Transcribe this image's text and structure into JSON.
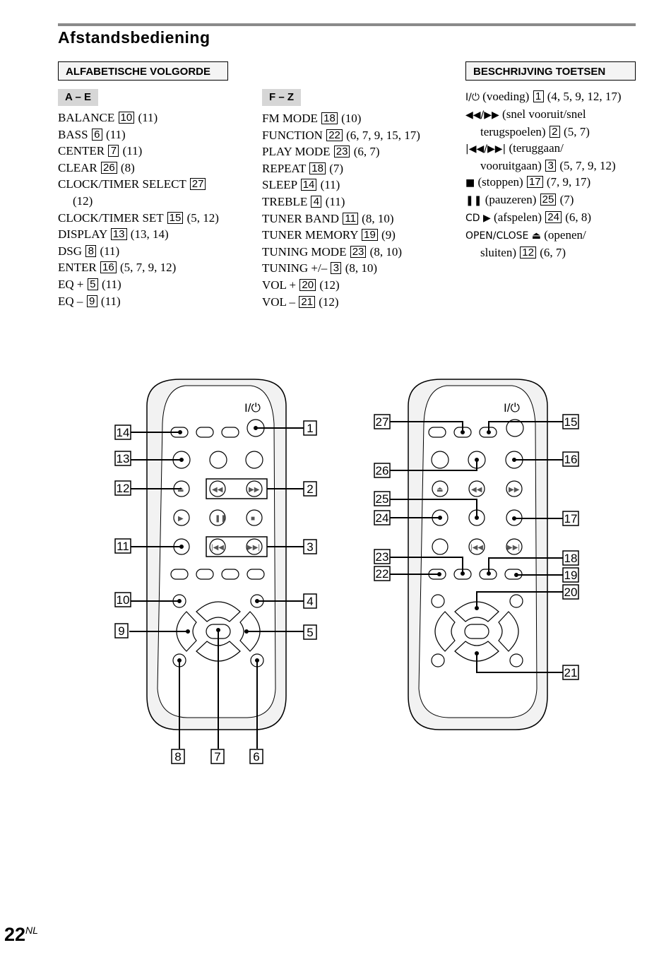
{
  "title": "Afstandsbediening",
  "section_alpha": "ALFABETISCHE VOLGORDE",
  "section_desc": "BESCHRIJVING TOETSEN",
  "range_ae": "A – E",
  "range_fz": "F – Z",
  "list_ae": [
    {
      "name": "BALANCE",
      "num": "10",
      "refs": "(11)"
    },
    {
      "name": "BASS",
      "num": "6",
      "refs": "(11)"
    },
    {
      "name": "CENTER",
      "num": "7",
      "refs": "(11)"
    },
    {
      "name": "CLEAR",
      "num": "26",
      "refs": "(8)"
    },
    {
      "name": "CLOCK/TIMER SELECT",
      "num": "27",
      "refs": ""
    },
    {
      "cont": "(12)"
    },
    {
      "name": "CLOCK/TIMER SET",
      "num": "15",
      "refs": "(5, 12)"
    },
    {
      "name": "DISPLAY",
      "num": "13",
      "refs": "(13, 14)"
    },
    {
      "name": "DSG",
      "num": "8",
      "refs": "(11)"
    },
    {
      "name": "ENTER",
      "num": "16",
      "refs": "(5, 7, 9, 12)"
    },
    {
      "name": "EQ +",
      "num": "5",
      "refs": "(11)"
    },
    {
      "name": "EQ –",
      "num": "9",
      "refs": "(11)"
    }
  ],
  "list_fz": [
    {
      "name": "FM MODE",
      "num": "18",
      "refs": "(10)"
    },
    {
      "name": "FUNCTION",
      "num": "22",
      "refs": "(6, 7, 9, 15, 17)"
    },
    {
      "name": "PLAY MODE",
      "num": "23",
      "refs": "(6, 7)"
    },
    {
      "name": "REPEAT",
      "num": "18",
      "refs": "(7)"
    },
    {
      "name": "SLEEP",
      "num": "14",
      "refs": "(11)"
    },
    {
      "name": "TREBLE",
      "num": "4",
      "refs": "(11)"
    },
    {
      "name": "TUNER BAND",
      "num": "11",
      "refs": "(8, 10)"
    },
    {
      "name": "TUNER MEMORY",
      "num": "19",
      "refs": "(9)"
    },
    {
      "name": "TUNING MODE",
      "num": "23",
      "refs": "(8, 10)"
    },
    {
      "name": "TUNING +/–",
      "num": "3",
      "refs": "(8, 10)"
    },
    {
      "name": "VOL +",
      "num": "20",
      "refs": "(12)"
    },
    {
      "name": "VOL –",
      "num": "21",
      "refs": "(12)"
    }
  ],
  "desc": [
    {
      "sym": "I/⏻",
      "text": "(voeding)",
      "num": "1",
      "refs": "(4, 5, 9, 12, 17)"
    },
    {
      "sym": "◀◀/▶▶",
      "text": "(snel vooruit/snel",
      "num": "",
      "refs": ""
    },
    {
      "cont": "terugspoelen)",
      "num": "2",
      "refs": "(5, 7)"
    },
    {
      "sym": "|◀◀/▶▶|",
      "text": "(teruggaan/",
      "num": "",
      "refs": ""
    },
    {
      "cont": "vooruitgaan)",
      "num": "3",
      "refs": "(5, 7, 9, 12)"
    },
    {
      "sym": "■",
      "text": "(stoppen)",
      "num": "17",
      "refs": "(7, 9, 17)"
    },
    {
      "sym": "❚❚",
      "text": "(pauzeren)",
      "num": "25",
      "refs": "(7)"
    },
    {
      "sym": "CD ▶",
      "text": "(afspelen)",
      "num": "24",
      "refs": "(6, 8)"
    },
    {
      "sym": "OPEN/CLOSE ⏏",
      "text": "(openen/",
      "num": "",
      "refs": ""
    },
    {
      "cont": "sluiten)",
      "num": "12",
      "refs": "(6, 7)"
    }
  ],
  "remote_power_label": "I/⏻",
  "callouts_left": [
    "14",
    "13",
    "12",
    "11",
    "10",
    "9",
    "1",
    "2",
    "3",
    "4",
    "5",
    "8",
    "7",
    "6"
  ],
  "callouts_right": [
    "27",
    "26",
    "25",
    "24",
    "23",
    "22",
    "15",
    "16",
    "17",
    "18",
    "19",
    "20",
    "21"
  ],
  "page_number": "22",
  "page_suffix": "NL"
}
